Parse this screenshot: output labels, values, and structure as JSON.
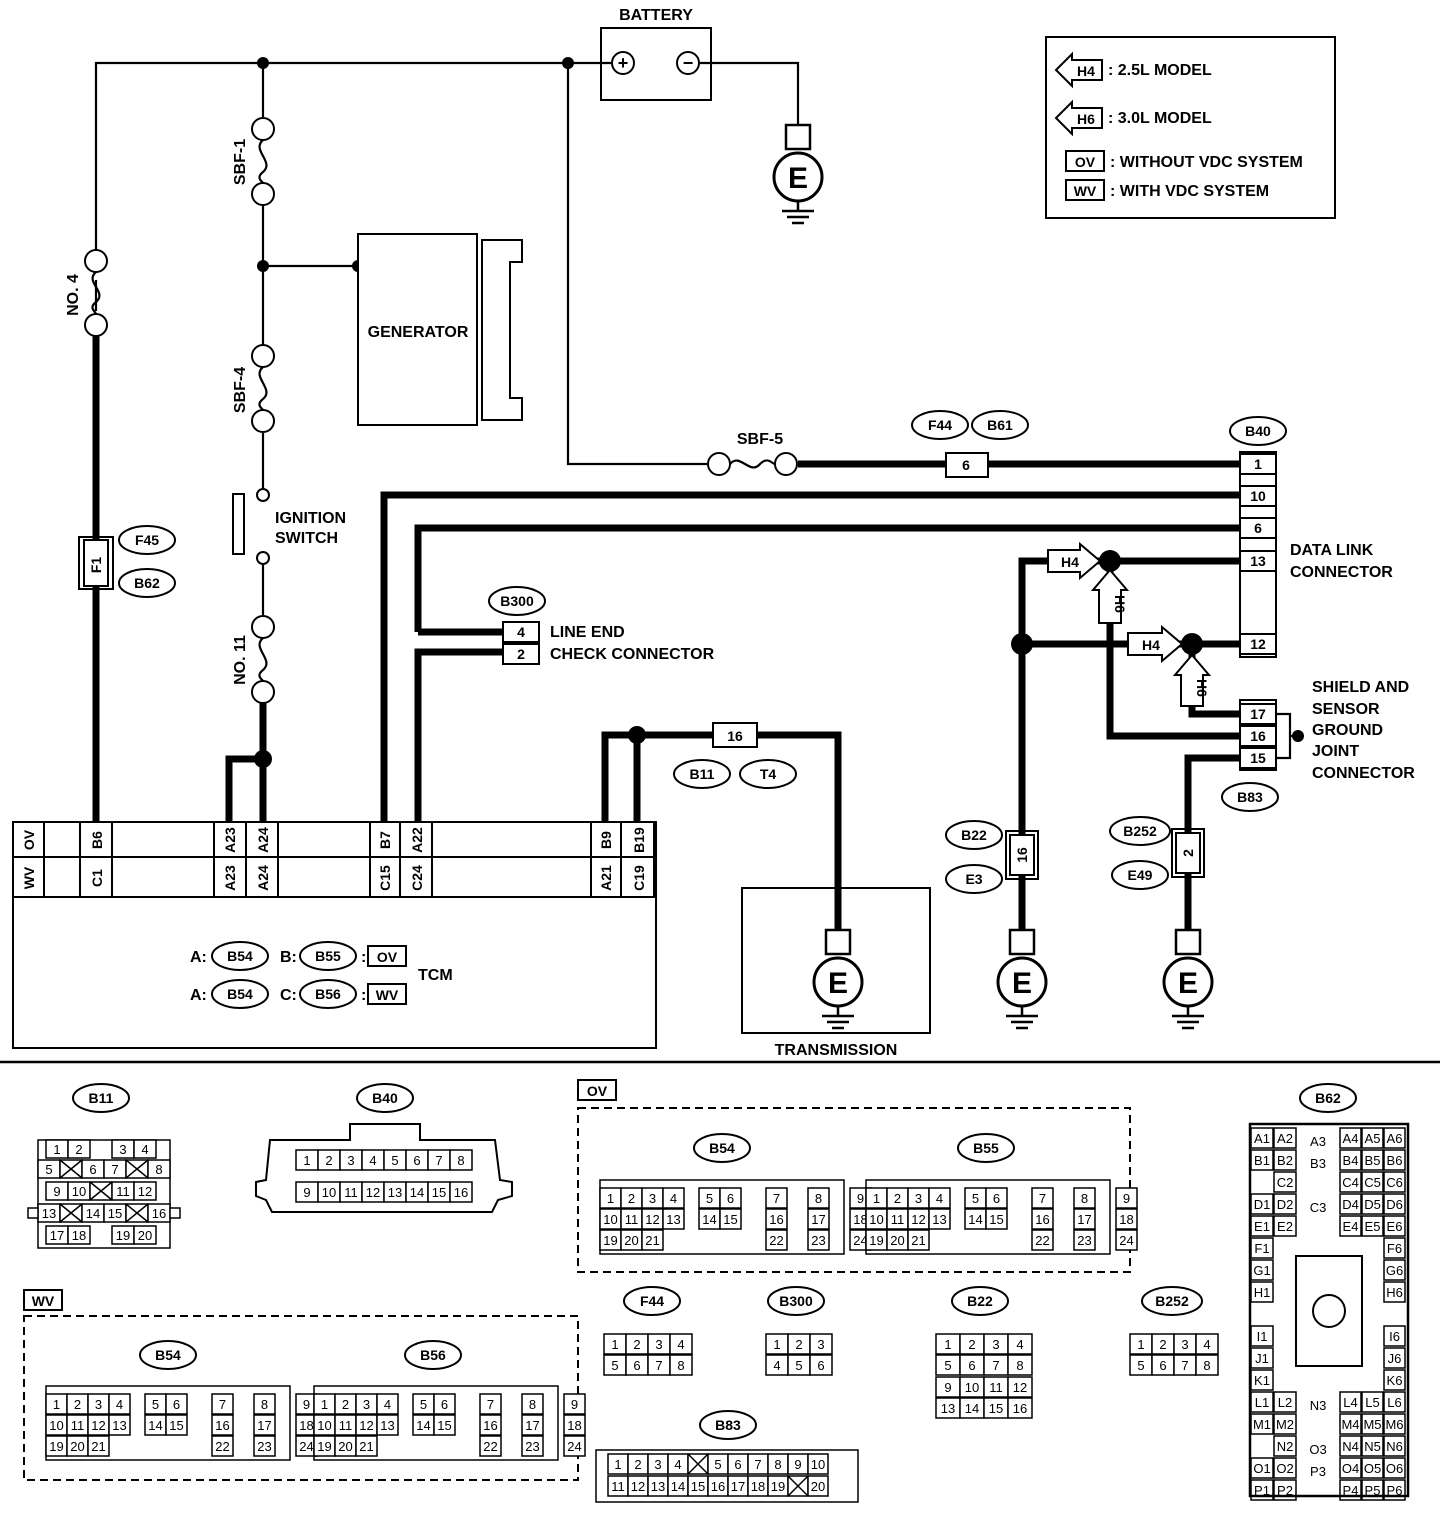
{
  "legend": {
    "h4": {
      "tag": "H4",
      "text": ": 2.5L MODEL"
    },
    "h6": {
      "tag": "H6",
      "text": ": 3.0L MODEL"
    },
    "ov": {
      "tag": "OV",
      "text": ": WITHOUT VDC SYSTEM"
    },
    "wv": {
      "tag": "WV",
      "text": ": WITH VDC SYSTEM"
    }
  },
  "components": {
    "battery": "BATTERY",
    "generator": "GENERATOR",
    "ignition_switch": [
      "IGNITION",
      "SWITCH"
    ],
    "data_link_connector": [
      "DATA LINK",
      "CONNECTOR"
    ],
    "line_end_check": [
      "LINE END",
      "CHECK CONNECTOR"
    ],
    "shield_ground": [
      "SHIELD AND",
      "SENSOR",
      "GROUND",
      "JOINT",
      "CONNECTOR"
    ],
    "tcm": "TCM",
    "transmission": "TRANSMISSION",
    "ground": "E",
    "plus": "+",
    "minus": "−"
  },
  "fuses": {
    "sbf1": "SBF-1",
    "sbf4": "SBF-4",
    "sbf5": "SBF-5",
    "no4": "NO. 4",
    "no11": "NO. 11"
  },
  "connector_ids": {
    "B40": "B40",
    "F44": "F44",
    "B61": "B61",
    "B300": "B300",
    "F45": "F45",
    "B62": "B62",
    "B11": "B11",
    "T4": "T4",
    "B22": "B22",
    "E3": "E3",
    "B252": "B252",
    "E49": "E49",
    "B83": "B83",
    "B54": "B54",
    "B55": "B55",
    "B56": "B56"
  },
  "pins": {
    "f44": "6",
    "f1": "F1",
    "b11": "16",
    "b22": "16",
    "b252": "2",
    "b40": [
      "1",
      "10",
      "6",
      "13",
      "12"
    ],
    "b300": [
      "4",
      "2"
    ],
    "b83": [
      "17",
      "16",
      "15"
    ],
    "h4": "H4",
    "h6": "H6"
  },
  "tcm": {
    "row_ov_tag": "OV",
    "row_wv_tag": "WV",
    "top": [
      "B6",
      "A23",
      "A24",
      "B7",
      "A22",
      "B9",
      "B19"
    ],
    "bottom": [
      "C1",
      "A23",
      "A24",
      "C15",
      "C24",
      "A21",
      "C19"
    ],
    "ref_a": "A:",
    "ref_b": "B:",
    "ref_c": "C:",
    "ov": "OV",
    "wv": "WV"
  },
  "connector_views": {
    "ov_label": "OV",
    "wv_label": "WV",
    "b11": [
      "1",
      "2",
      "3",
      "4",
      "5",
      "6",
      "7",
      "8",
      "9",
      "10",
      "11",
      "12",
      "13",
      "14",
      "15",
      "16",
      "17",
      "18",
      "19",
      "20"
    ],
    "b40": [
      "1",
      "2",
      "3",
      "4",
      "5",
      "6",
      "7",
      "8",
      "9",
      "10",
      "11",
      "12",
      "13",
      "14",
      "15",
      "16"
    ],
    "ecu24": [
      "1",
      "2",
      "3",
      "4",
      "5",
      "6",
      "7",
      "8",
      "9",
      "10",
      "11",
      "12",
      "13",
      "14",
      "15",
      "16",
      "17",
      "18",
      "19",
      "20",
      "21",
      "22",
      "23",
      "24"
    ],
    "f44": [
      "1",
      "2",
      "3",
      "4",
      "5",
      "6",
      "7",
      "8"
    ],
    "b300": [
      "1",
      "2",
      "3",
      "4",
      "5",
      "6"
    ],
    "b22": [
      "1",
      "2",
      "3",
      "4",
      "5",
      "6",
      "7",
      "8",
      "9",
      "10",
      "11",
      "12",
      "13",
      "14",
      "15",
      "16"
    ],
    "b252": [
      "1",
      "2",
      "3",
      "4",
      "5",
      "6",
      "7",
      "8"
    ],
    "b83": [
      "1",
      "2",
      "3",
      "4",
      "5",
      "6",
      "7",
      "8",
      "9",
      "10",
      "11",
      "12",
      "13",
      "14",
      "15",
      "16",
      "17",
      "18",
      "19",
      "20"
    ],
    "b62_left": [
      "A1",
      "A2",
      "B1",
      "B2",
      "C2",
      "D1",
      "D2",
      "E1",
      "E2",
      "F1",
      "G1",
      "H1",
      "I1",
      "J1",
      "K1",
      "L1",
      "L2",
      "M1",
      "M2",
      "N2",
      "O1",
      "O2",
      "P1",
      "P2"
    ],
    "b62_center": [
      "A3",
      "B3",
      "C3",
      "N3",
      "O3",
      "P3"
    ],
    "b62_right": [
      "A4",
      "A5",
      "A6",
      "B4",
      "B5",
      "B6",
      "C4",
      "C5",
      "C6",
      "D4",
      "D5",
      "D6",
      "E4",
      "E5",
      "E6",
      "F6",
      "G6",
      "H6",
      "I6",
      "J6",
      "K6",
      "L4",
      "L5",
      "L6",
      "M4",
      "M5",
      "M6",
      "N4",
      "N5",
      "N6",
      "O4",
      "O5",
      "O6",
      "P4",
      "P5",
      "P6"
    ]
  }
}
